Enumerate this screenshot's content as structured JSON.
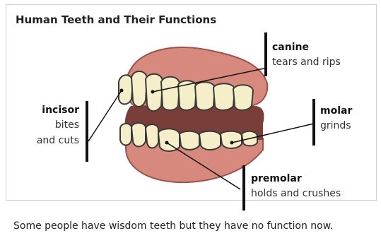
{
  "title": "Human Teeth and Their Functions",
  "labels": {
    "canine": {
      "term": "canine",
      "desc": "tears and rips"
    },
    "incisor": {
      "term": "incisor",
      "desc_line1": "bites",
      "desc_line2": "and cuts"
    },
    "molar": {
      "term": "molar",
      "desc": "grinds"
    },
    "premolar": {
      "term": "premolar",
      "desc": "holds and crushes"
    }
  },
  "caption": "Some people have wisdom teeth but they have no function now.",
  "colors": {
    "gum": "#d8897e",
    "gum_dark": "#b45f56",
    "tooth": "#f4efc8",
    "tooth_outline": "#3a3a3a",
    "line": "#111111"
  }
}
